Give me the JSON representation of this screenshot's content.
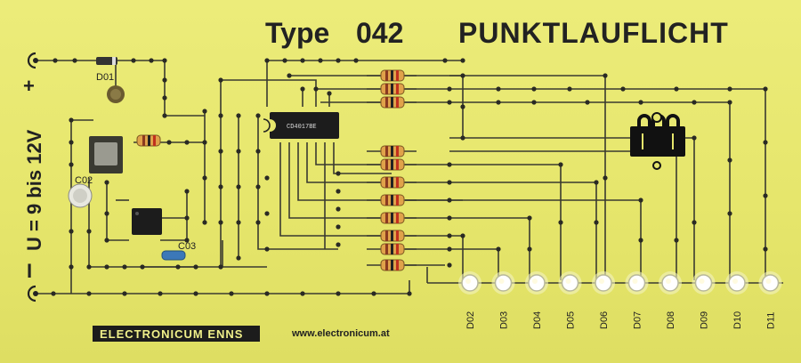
{
  "board": {
    "type_label": "Type",
    "type_number": "042",
    "title": "PUNKTLAUFLICHT",
    "voltage_label": "U = 9 bis 12V",
    "plus_sign": "+",
    "minus_sign": "I",
    "brand": "ELECTRONICUM   ENNS",
    "website": "www.electronicum.at",
    "ic_marking": "CD4017BE"
  },
  "components": {
    "diode_label": "D01",
    "capacitor_c02": "C02",
    "capacitor_c03": "C03"
  },
  "leds": [
    {
      "label": "D02"
    },
    {
      "label": "D03"
    },
    {
      "label": "D04"
    },
    {
      "label": "D05"
    },
    {
      "label": "D06"
    },
    {
      "label": "D07"
    },
    {
      "label": "D08"
    },
    {
      "label": "D09"
    },
    {
      "label": "D10"
    },
    {
      "label": "D11"
    }
  ],
  "colors": {
    "board": "#e8e86e",
    "wire": "#3a3a30",
    "resistor": "#e0a24a",
    "led_glow": "#ffffff"
  }
}
